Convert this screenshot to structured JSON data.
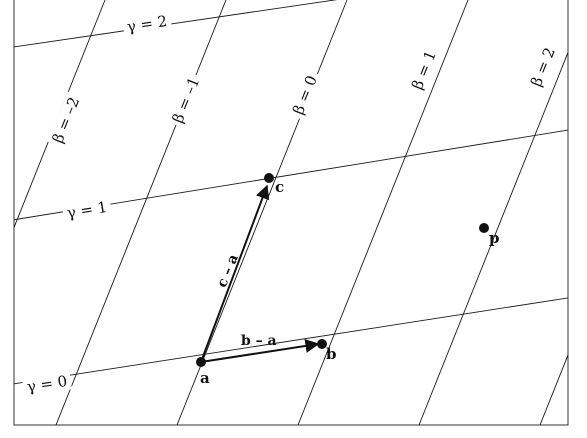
{
  "affine_frame": {
    "beta_lines": [
      {
        "id": "m2",
        "label": "β = –2"
      },
      {
        "id": "m1",
        "label": "β = –1"
      },
      {
        "id": "z",
        "label": "β = 0"
      },
      {
        "id": "p1",
        "label": "β = 1"
      },
      {
        "id": "p2",
        "label": "β = 2"
      }
    ],
    "gamma_lines": [
      {
        "id": "g0",
        "label": "γ = 0"
      },
      {
        "id": "g1",
        "label": "γ = 1"
      },
      {
        "id": "g2",
        "label": "γ = 2"
      }
    ],
    "points": [
      {
        "id": "a",
        "label": "a"
      },
      {
        "id": "b",
        "label": "b"
      },
      {
        "id": "c",
        "label": "c"
      },
      {
        "id": "p",
        "label": "p"
      }
    ],
    "vectors": [
      {
        "id": "ba",
        "label": "b – a"
      },
      {
        "id": "ca",
        "label": "c – a"
      }
    ]
  }
}
